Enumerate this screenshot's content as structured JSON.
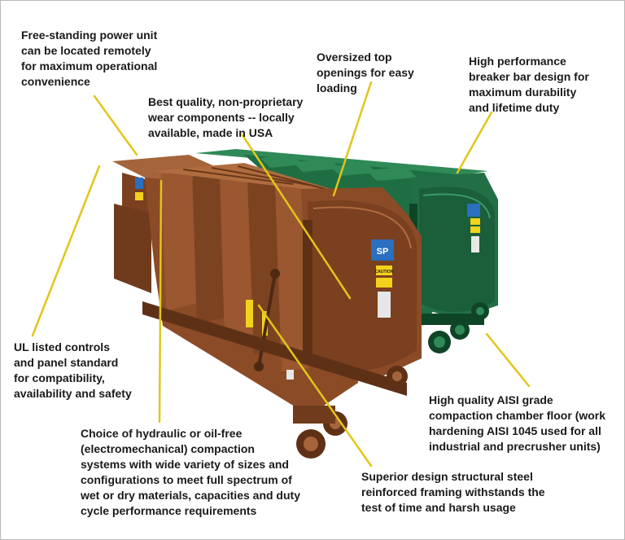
{
  "callouts": {
    "power_unit": "Free-standing power unit\ncan be located remotely\nfor maximum operational\nconvenience",
    "top_openings": "Oversized top\nopenings for easy\nloading",
    "breaker_bar": "High performance\nbreaker bar design for\nmaximum durability\nand lifetime duty",
    "wear_components": "Best quality, non-proprietary\nwear components -- locally\navailable, made in USA",
    "ul_controls": "UL listed controls\nand panel standard\nfor compatibility,\navailability and safety",
    "chamber_floor": "High quality AISI grade\ncompaction chamber floor (work\nhardening AISI 1045 used for all\nindustrial and precrusher units)",
    "compaction_systems": "Choice of hydraulic or oil-free\n(electromechanical) compaction\nsystems with wide variety of sizes and\nconfigurations to meet full spectrum of\nwet or dry materials, capacities and duty\ncycle performance requirements",
    "structural_frame": "Superior design structural steel\nreinforced framing withstands the\ntest of time and harsh usage"
  },
  "product_label": "SP",
  "warning_label": "CAUTION",
  "colors": {
    "leader_line": "#e3c51a",
    "brown_body": "#8a4b26",
    "brown_dark": "#5e3116",
    "brown_light": "#a5643a",
    "green_body": "#1f6e43",
    "green_dark": "#0f4527",
    "green_light": "#2f8a57",
    "label_blue": "#2a6fc0",
    "label_yellow": "#f2d21b"
  }
}
